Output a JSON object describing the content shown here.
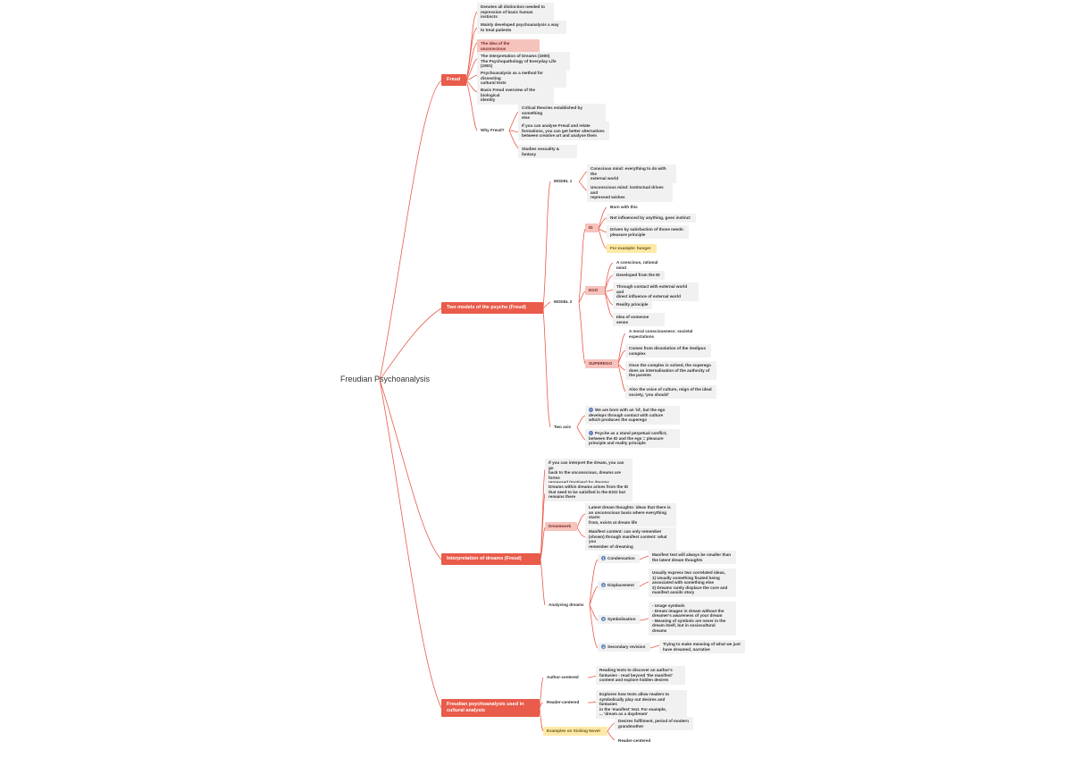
{
  "root": "Freudian Psychoanalysis",
  "branches": {
    "freud": {
      "label": "Freud",
      "items": [
        "Denotes all distinction needed to\nrepression of basic human instincts",
        "Mainly developed psychoanalysis a way\nto treat patients",
        "The Idea of the unconscious",
        "The Interpretation of Dreams (1900)\nThe Psychopathology of Everyday Life (1901)",
        "Psychoanalysis as a method for dissecting\ncultural texts",
        "Basic Freud overview of the biological\nidentity"
      ],
      "why": {
        "label": "Why Freud?",
        "items": [
          "Critical theories established by something\nelse",
          "If you can analyse Freud and relate\nformations, you can get better alternatives\nbetween creative art and analyse them",
          "Studies sexuality & fantasy"
        ]
      }
    },
    "models": {
      "label": "Two models of the psyche (Freud)",
      "model1": {
        "label": "MODEL 1",
        "items": [
          "Conscious mind: everything to do with the\nexternal world",
          "Unconscious mind: instinctual drives and\nrepressed wishes"
        ]
      },
      "model2": {
        "label": "MODEL 2",
        "id": {
          "label": "ID",
          "items": [
            "Born with this",
            "Not influenced by anything, goes instinct",
            "Driven by satisfaction of those needs:\npleasure principle",
            "For example: hunger"
          ]
        },
        "ego": {
          "label": "EGO",
          "items": [
            "A conscious, rational mind",
            "Developed from the ID",
            "Through contact with external world and\ndirect influence of external world",
            "Reality principle",
            "Idea of someone sense"
          ]
        },
        "superego": {
          "label": "SUPEREGO",
          "items": [
            "A moral consciousness: societal\nexpectations",
            "Comes from dissolution of the Oedipus\ncomplex",
            "Once the complex is solved, the superego\ndoes an internalisation of the authority of\nthe parents",
            "Also the voice of culture, reign of the ideal\nsociety, 'you should'"
          ]
        }
      },
      "twoaxis": {
        "label": "Two axis",
        "items": [
          "We are born with an 'id', but the ego\ndevelops through contact with culture\nwhich produces the superego",
          "Psyche as a stand perpetual conflict,\nbetween the ID and the ego = pleasure\nprinciple and reality principle"
        ]
      }
    },
    "dreams": {
      "label": "Interpretation of dreams (Freud)",
      "items": [
        "If you can interpret the dream, you can go\nback to the unconscious, dreams are forms\nrepressed (motives) by dreams",
        "Dreams within dreams arises from the ID\nthat need to be satisfied in the EGO but\nremains there"
      ],
      "dreamwork": {
        "label": "Dreamwork",
        "items": [
          "Latent dream thoughts: ideas that there is\nan unconscious basis where everything starts\nfrom, exists at dream life",
          "Manifest content: can only remember\n(shown) through manifest content: what you\nremember of dreaming"
        ]
      },
      "analysing": {
        "label": "Analysing dreams",
        "items": [
          {
            "n": "1",
            "label": "Condensation",
            "text": "Manifest text will always be smaller than\nthe latent dream thoughts"
          },
          {
            "n": "2",
            "label": "Displacement",
            "text": "Usually express two correlated ideas,\n1) Usually something fixated being\nassociated with something else\n2) Dreams rarely displace the core and\nmanifest avoids story"
          },
          {
            "n": "3",
            "label": "Symbolisation",
            "text": "- Usage symbols\n- Dream images in dream without the\ndreamer's awareness of your dream\n- Meaning of symbols are never in the\ndream itself, but in sociocultural\ndreams"
          },
          {
            "n": "4",
            "label": "Secondary revision",
            "text": "Trying to make meaning of what we just\nhave dreamed, narrative"
          }
        ]
      }
    },
    "cultural": {
      "label": "Freudian psychoanalysis used in\ncultural analysis",
      "author": {
        "label": "Author-centered",
        "text": "Reading texts to discover an author's\nfantasies - read beyond 'the manifest'\ncontent and explore hidden desires"
      },
      "reader": {
        "label": "Reader-centered",
        "text": "Explores how texts allow readers to\nsymbolically play out desires and fantasies\nin the 'manifest' text. For example,\n... 'dream as a daydream'"
      },
      "examples": {
        "label": "Examples on Sicking Novel",
        "items": [
          "Desires fulfilment, period of modern\ngrandmother",
          "Reader-centered"
        ]
      }
    }
  }
}
